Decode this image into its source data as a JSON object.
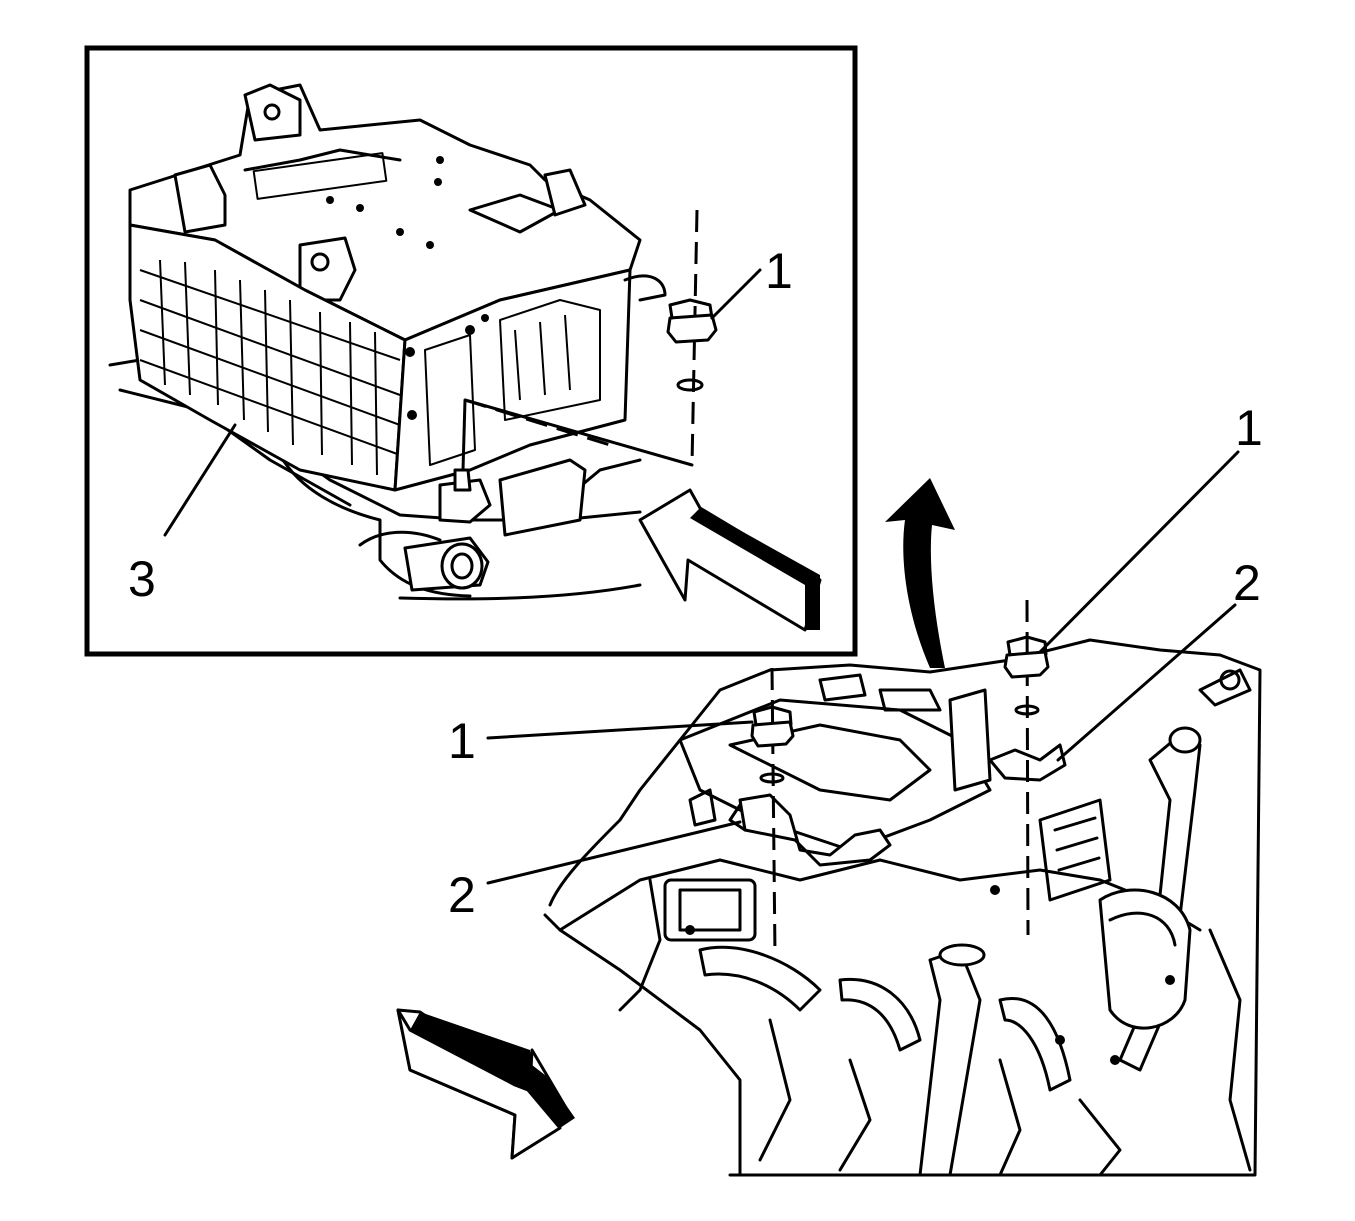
{
  "callouts": {
    "inset_nut": "1",
    "inset_module": "3",
    "main_nut_right": "1",
    "main_nut_left": "1",
    "main_bracket_right": "2",
    "main_bracket_left": "2"
  },
  "colors": {
    "line": "#000000",
    "background": "#ffffff"
  },
  "icons": [
    "front-direction-arrow-icon",
    "view-direction-arrow-icon",
    "curved-detail-arrow-icon"
  ]
}
